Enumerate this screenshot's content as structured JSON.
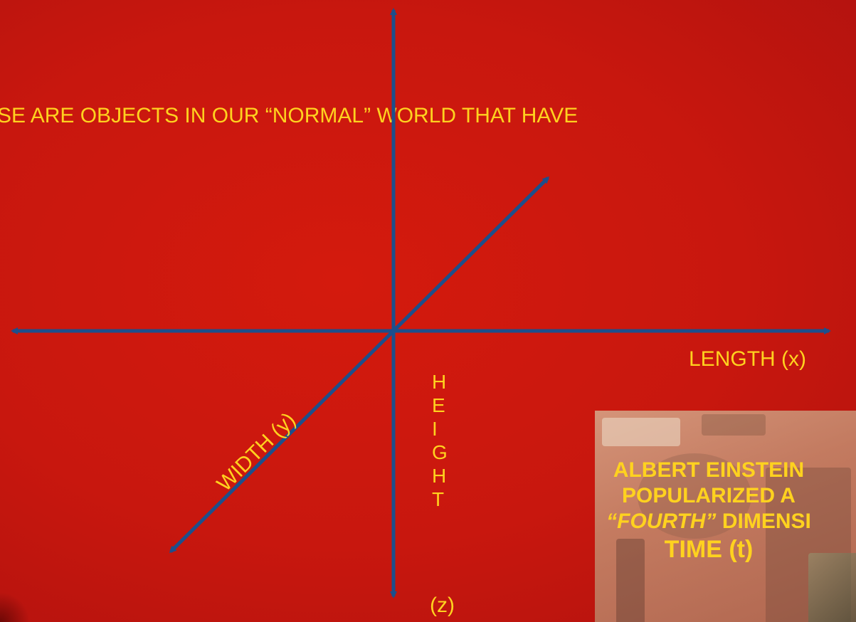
{
  "headline": "SE ARE OBJECTS IN OUR “NORMAL” WORLD THAT HAVE",
  "axes": {
    "length_label": "LENGTH (x)",
    "width_label": "WIDTH (y)",
    "height_letters": [
      "H",
      "E",
      "I",
      "G",
      "H",
      "T"
    ],
    "height_unit": "(z)"
  },
  "callout": {
    "line1": "ALBERT EINSTEIN",
    "line2": "POPULARIZED A",
    "line3_italic": "“FOURTH”",
    "line3_rest": " DIMENSI",
    "line4": "TIME (t)"
  },
  "colors": {
    "background": "#c8170e",
    "text": "#ffd21f",
    "axis": "#1d4f8c"
  }
}
